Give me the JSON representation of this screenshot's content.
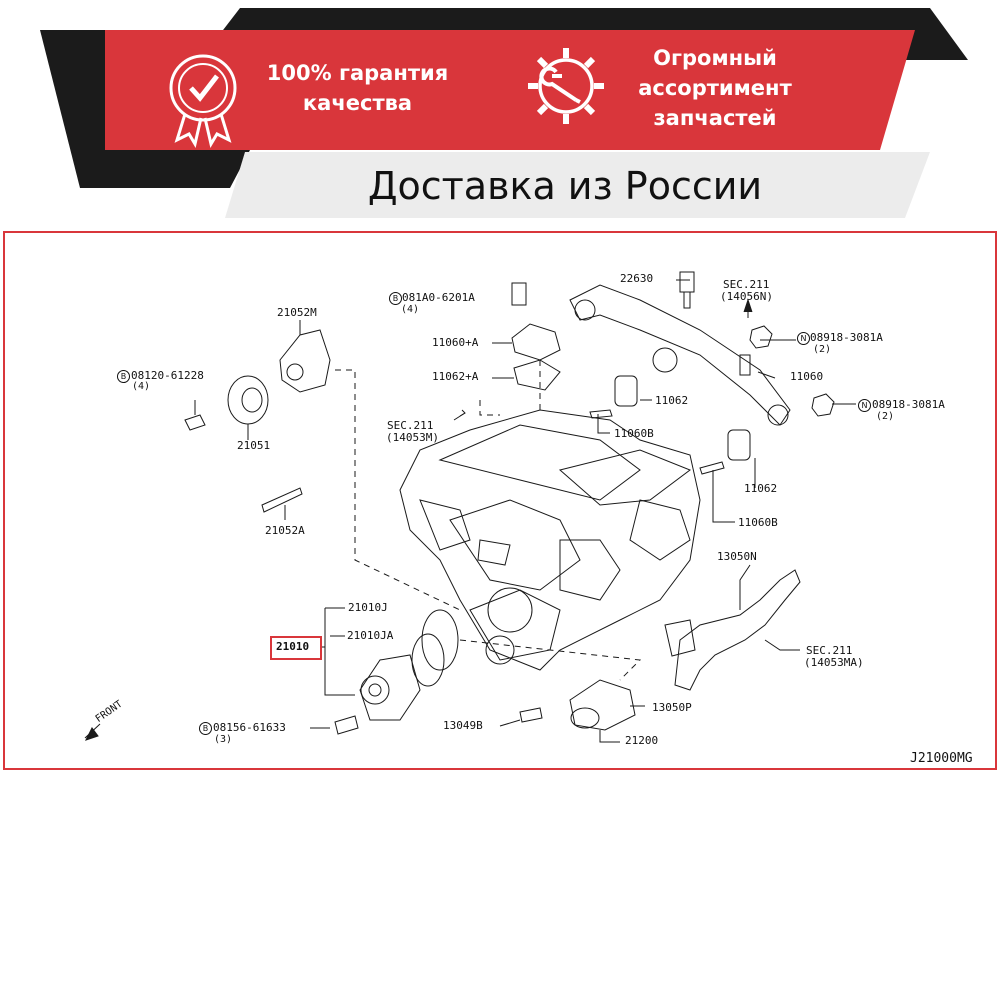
{
  "banner": {
    "colors": {
      "red": "#d9363b",
      "dark": "#1b1b1b",
      "light": "#ececec"
    },
    "badge_quality": {
      "icon": "quality-seal-icon",
      "text": "100% гарантия качества"
    },
    "badge_range": {
      "icon": "wrench-gear-icon",
      "text": "Огромный ассортимент запчастей"
    },
    "delivery_text": "Доставка из России"
  },
  "diagram": {
    "frame_color": "#d9363b",
    "diagram_id": "J21000MG",
    "front_label": "FRONT",
    "highlighted_part": "21010",
    "parts": {
      "p22630": "22630",
      "sec211_n": "SEC.211",
      "sec211_n_ref": "(14056N)",
      "b081a0": "081A0-6201A",
      "b081a0_qty": "(4)",
      "p21052m": "21052M",
      "p11060a": "11060+A",
      "p11062a": "11062+A",
      "n08918_top": "08918-3081A",
      "n08918_top_qty": "(2)",
      "p11060": "11060",
      "n08918_mid": "08918-3081A",
      "n08918_mid_qty": "(2)",
      "b08120": "08120-61228",
      "b08120_qty": "(4)",
      "p11062_top": "11062",
      "sec211_m": "SEC.211",
      "sec211_m_ref": "(14053M)",
      "p11060b_top": "11060B",
      "p21051": "21051",
      "p11062_low": "11062",
      "p21052a": "21052A",
      "p11060b_low": "11060B",
      "p13050n": "13050N",
      "p21010j": "21010J",
      "p21010ja": "21010JA",
      "sec211_ma": "SEC.211",
      "sec211_ma_ref": "(14053MA)",
      "p13050p": "13050P",
      "b08156": "08156-61633",
      "b08156_qty": "(3)",
      "p13049b": "13049B",
      "p21200": "21200"
    },
    "marks": {
      "bolt": "B",
      "nut": "N"
    }
  }
}
